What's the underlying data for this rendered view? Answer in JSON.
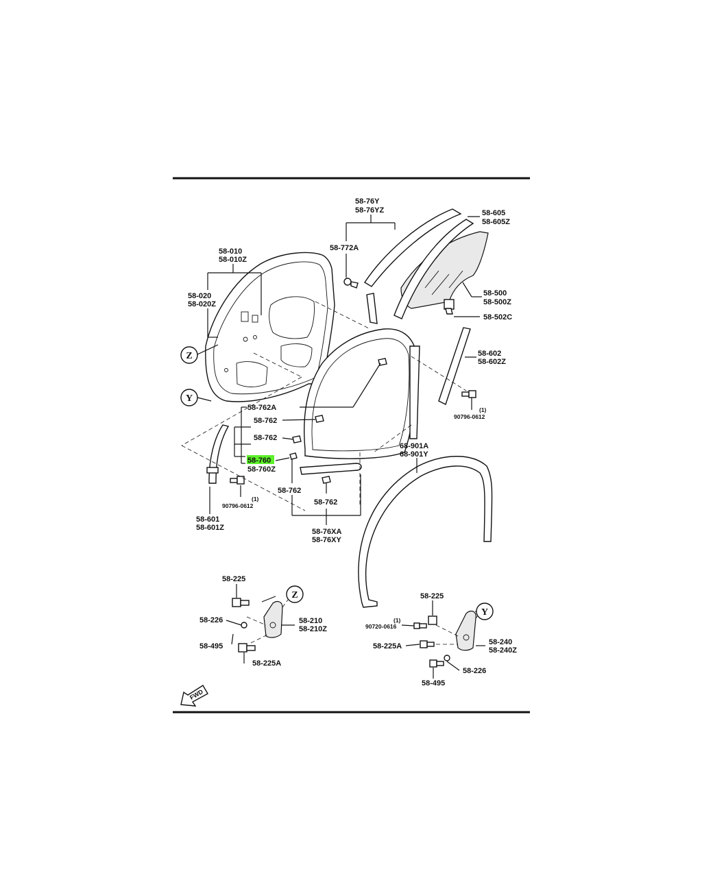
{
  "labels": {
    "l_58_76y": "58-76Y",
    "l_58_76yz": "58-76YZ",
    "l_58_605": "58-605",
    "l_58_605z": "58-605Z",
    "l_58_772a": "58-772A",
    "l_58_010": "58-010",
    "l_58_010z": "58-010Z",
    "l_58_020": "58-020",
    "l_58_020z": "58-020Z",
    "l_58_500": "58-500",
    "l_58_500z": "58-500Z",
    "l_58_502c": "58-502C",
    "l_58_602": "58-602",
    "l_58_602z": "58-602Z",
    "l_90796_0612_r": "90796-0612",
    "l_qty1_r": "(1)",
    "l_58_762a": "58-762A",
    "l_58_762_1": "58-762",
    "l_58_762_2": "58-762",
    "l_58_760": "58-760",
    "l_58_760z": "58-760Z",
    "l_58_762_3": "58-762",
    "l_58_762_4": "58-762",
    "l_68_901a": "68-901A",
    "l_68_901y": "68-901Y",
    "l_90796_0612_l": "90796-0612",
    "l_qty1_l": "(1)",
    "l_58_601": "58-601",
    "l_58_601z": "58-601Z",
    "l_58_76xa": "58-76XA",
    "l_58_76xy": "58-76XY",
    "l_58_225_l": "58-225",
    "l_58_226_l": "58-226",
    "l_58_210": "58-210",
    "l_58_210z": "58-210Z",
    "l_58_495_l": "58-495",
    "l_58_225a_l": "58-225A",
    "l_58_225_r": "58-225",
    "l_qty1_b": "(1)",
    "l_90720_0616": "90720-0616",
    "l_58_225a_r": "58-225A",
    "l_58_240": "58-240",
    "l_58_240z": "58-240Z",
    "l_58_226_r": "58-226",
    "l_58_495_r": "58-495"
  },
  "callouts": {
    "z_top": "Z",
    "y_top": "Y",
    "z_bottom": "Z",
    "y_bottom": "Y"
  },
  "fwd_label": "FWD",
  "colors": {
    "highlight": "#5cf02a",
    "ink": "#111111"
  }
}
